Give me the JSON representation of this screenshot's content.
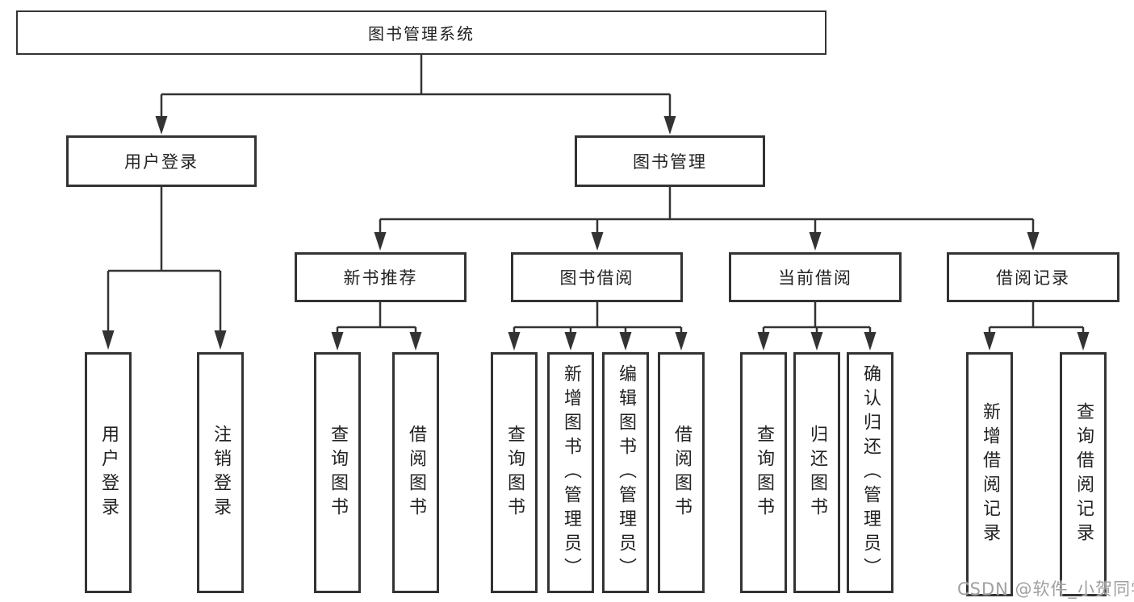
{
  "watermark": {
    "text": "CSDN @软件_小贺同学"
  },
  "colors": {
    "line": "#333333",
    "box_border": "#333333",
    "text": "#222222",
    "background": "#ffffff",
    "watermark": "#a0a0a0"
  },
  "tree": {
    "root": {
      "label": "图书管理系统",
      "children": [
        {
          "label": "用户登录",
          "children": [
            {
              "label": "用户登录"
            },
            {
              "label": "注销登录"
            }
          ]
        },
        {
          "label": "图书管理",
          "children": [
            {
              "label": "新书推荐",
              "children": [
                {
                  "label": "查询图书"
                },
                {
                  "label": "借阅图书"
                }
              ]
            },
            {
              "label": "图书借阅",
              "children": [
                {
                  "label": "查询图书"
                },
                {
                  "label": "新增图书（管理员）"
                },
                {
                  "label": "编辑图书（管理员）"
                },
                {
                  "label": "借阅图书"
                }
              ]
            },
            {
              "label": "当前借阅",
              "children": [
                {
                  "label": "查询图书"
                },
                {
                  "label": "归还图书"
                },
                {
                  "label": "确认归还（管理员）"
                }
              ]
            },
            {
              "label": "借阅记录",
              "children": [
                {
                  "label": "新增借阅记录"
                },
                {
                  "label": "查询借阅记录"
                }
              ]
            }
          ]
        }
      ]
    }
  }
}
